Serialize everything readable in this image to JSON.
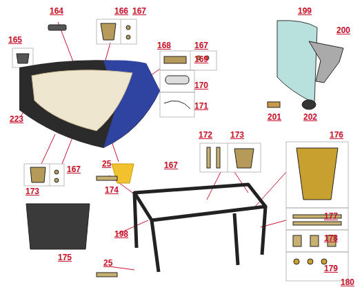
{
  "diagram": {
    "labels": [
      "164",
      "166",
      "167",
      "199",
      "165",
      "168",
      "167",
      "169",
      "200",
      "170",
      "171",
      "223",
      "201",
      "202",
      "172",
      "173",
      "25",
      "167",
      "176",
      "167",
      "173",
      "174",
      "198",
      "175",
      "177",
      "178",
      "25",
      "179",
      "180"
    ]
  }
}
